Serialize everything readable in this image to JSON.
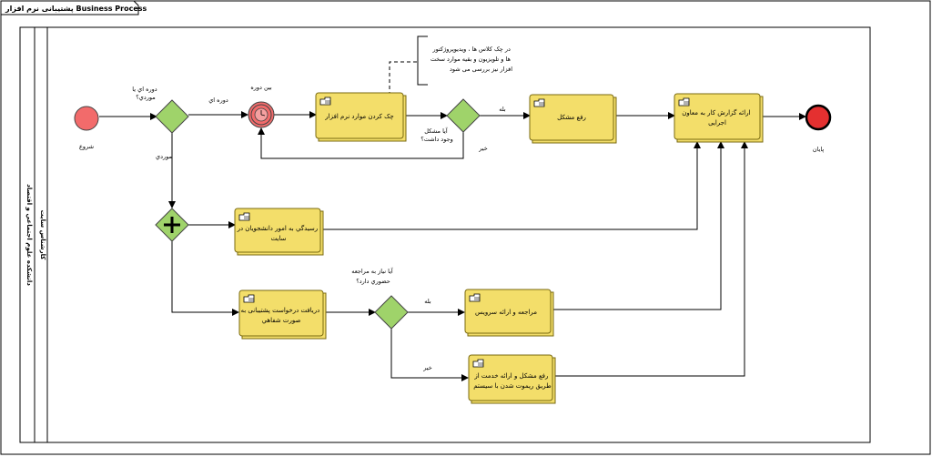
{
  "diagram": {
    "tab_title": "پشتیبانی نرم افزار Business Process",
    "pool_label": "دانشکده علوم اجتماعي و اقتصاد",
    "lane_label": "کارشناس سایت",
    "events": {
      "start": "شروع",
      "end": "پایان",
      "timer": "بین دوره"
    },
    "tasks": {
      "check_hardware": "چک کردن موارد نرم افزار",
      "fix_problem": "رفع مشکل",
      "report": [
        "ارائه گزارش کار به معاون",
        "اجرایی"
      ],
      "student_affairs": [
        "رسیدگي به امور دانشجويان در",
        "سایت"
      ],
      "verbal_request": [
        "دريافت درخواست پشتیبانی به",
        "صورت شفاهي"
      ],
      "visit_service": "مراجعه و ارائه سرويس",
      "remote_fix": [
        "رفع مشکل و ارائه خدمت از",
        "طريق ريموت شدن با سيستم"
      ]
    },
    "gateways": {
      "g1_question": [
        "دوره اي یا",
        "موردي؟"
      ],
      "g1_periodic": "دوره اي",
      "g1_adhoc": "موردي",
      "g2_question": [
        "آیا مشکل",
        "وجود داشت؟"
      ],
      "g2_yes": "بله",
      "g2_no": "خیر",
      "g3_question": [
        "آیا نیاز به مراجعه",
        "حضوري دارد؟"
      ],
      "g3_yes": "بله",
      "g3_no": "خیر"
    },
    "annotation": [
      "در چک کلاس ها ، ويدیوپروژکتور",
      "ها و تلویزیون و بقیه موارد سخت",
      "افزار نیز بررسی می شود"
    ],
    "colors": {
      "start_fill": "#f26b6b",
      "end_fill": "#e43030",
      "gateway_fill": "#9fd36a",
      "task_fill": "#f3de6a"
    }
  }
}
